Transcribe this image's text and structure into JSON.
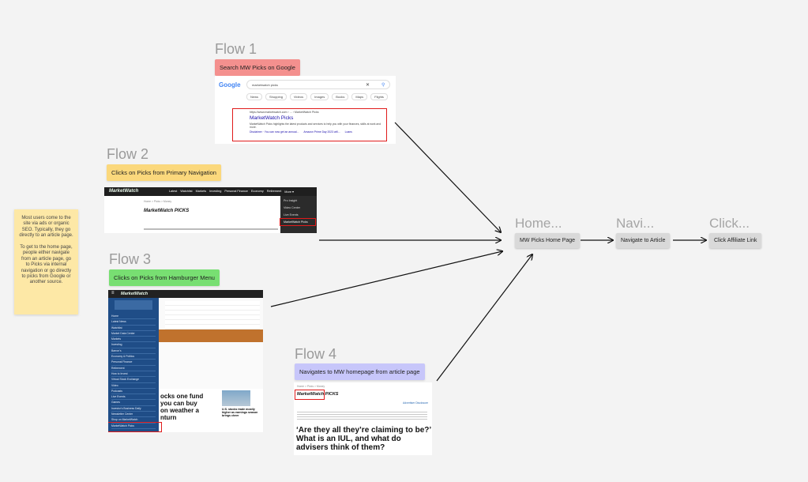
{
  "sticky_note": "Most users come to the site via ads or organic SEO. Typically, they go directly to an article page.\n\nTo get to the home page, people either navigate from an article page, go to Picks via internal navigation or go directly to picks from Google or another source.",
  "flows": [
    {
      "title": "Flow 1",
      "label": "Search MW Picks on Google",
      "color": "#f4908e"
    },
    {
      "title": "Flow 2",
      "label": "Clicks on Picks from Primary Navigation",
      "color": "#fbd87c"
    },
    {
      "title": "Flow 3",
      "label": "Clicks on Picks from Hamburger Menu",
      "color": "#78df72"
    },
    {
      "title": "Flow 4",
      "label": "Navigates to MW homepage from article page",
      "color": "#c7c6fa"
    }
  ],
  "stages": [
    {
      "title": "Home...",
      "button": "MW Picks Home Page"
    },
    {
      "title": "Navi...",
      "button": "Navigate to Article"
    },
    {
      "title": "Click...",
      "button": "Click Affiliate Link"
    }
  ],
  "google_shot": {
    "logo": "Google",
    "query": "marketwatch picks",
    "tabs": [
      "News",
      "Shopping",
      "Videos",
      "Images",
      "Books",
      "Maps",
      "Flights"
    ],
    "result_url": "https://www.marketwatch.com › ... › MarketWatch Picks",
    "result_title": "MarketWatch Picks",
    "result_snippet": "MarketWatch Picks highlights the latest products and services to help you with your finances, skills at work and more.",
    "result_links": [
      "Disclaimer · You can now get an annual...",
      "Amazon Prime Day 2023 will...",
      "Loans"
    ]
  },
  "nav_shot": {
    "logo": "MarketWatch",
    "nav_items": [
      "Latest",
      "Watchlist",
      "Markets",
      "Investing",
      "Personal Finance",
      "Economy",
      "Retirement",
      "More ▾"
    ],
    "dropdown": [
      "Pro Insight",
      "Video Center",
      "Live Events",
      "MarketWatch Picks"
    ],
    "picks_logo": "MarketWatch PICKS",
    "breadcrumb": "Home > Picks > Money"
  },
  "hamburger_shot": {
    "logo": "MarketWatch",
    "menu_items": [
      "Home",
      "Latest News",
      "Watchlist",
      "Market Data Center",
      "Markets",
      "Investing",
      "Barron's",
      "Economy & Politics",
      "Personal Finance",
      "Retirement",
      "How to Invest",
      "Virtual Stock Exchange",
      "Video",
      "Podcasts",
      "Live Events",
      "Games",
      "Investor's Business Daily",
      "Newsletter Center",
      "Shop on MarketWatch",
      "MarketWatch Picks"
    ],
    "headline_a": "ocks one fund you can buy on weather a nturn",
    "headline_b": "U.S. stocks trade mostly higher as earnings season brings cheer"
  },
  "article_shot": {
    "breadcrumb": "Home > Picks > Money",
    "picks_logo": "MarketWatch PICKS",
    "disclosure_link": "Advertiser Disclosure",
    "headline": "‘Are they all they’re claiming to be?’ What is an IUL, and what do advisers think of them?"
  }
}
